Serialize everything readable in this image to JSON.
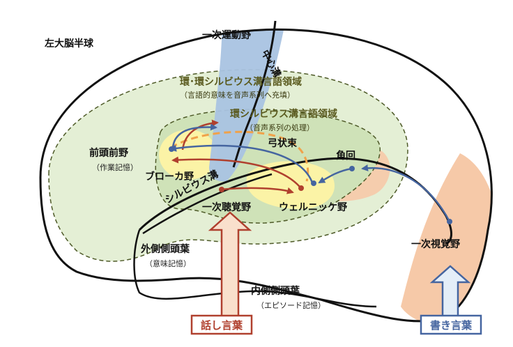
{
  "labels": {
    "hemisphere": "左大脳半球",
    "motor": "一次運動野",
    "central_sulcus": "中心溝",
    "perisylvian": "環･環シルビウス溝言語領域",
    "perisylvian_sub": "（言語的意味を音声系列へ充填）",
    "sylvian_lang": "環シルビウス溝言語領域",
    "sylvian_lang_sub": "（音声系列の処理）",
    "arcuate": "弓状束",
    "angular": "角回",
    "prefrontal": "前頭前野",
    "prefrontal_sub": "（作業記憶）",
    "broca": "ブローカ野",
    "sylvian_fissure": "シルビウス溝",
    "auditory": "一次聴覚野",
    "wernicke": "ウェルニッケ野",
    "lateral_temporal": "外側側頭葉",
    "lateral_temporal_sub": "（意味記憶）",
    "visual": "一次視覚野",
    "medial_temporal": "内側側頭葉",
    "medial_temporal_sub": "（エピソード記憶）",
    "spoken": "話し言葉",
    "written": "書き言葉"
  },
  "colors": {
    "outline": "#111111",
    "outer_zone": "#e4efd5",
    "inner_zone": "#cfe2b8",
    "yellow": "#fbf3a6",
    "peach": "#f6c9a8",
    "motor": "#a9c3e2",
    "red_arrow": "#b0402e",
    "blue_arrow": "#4565a0",
    "orange_dash": "#f0a24a",
    "dash_olive": "#4e5a28"
  }
}
